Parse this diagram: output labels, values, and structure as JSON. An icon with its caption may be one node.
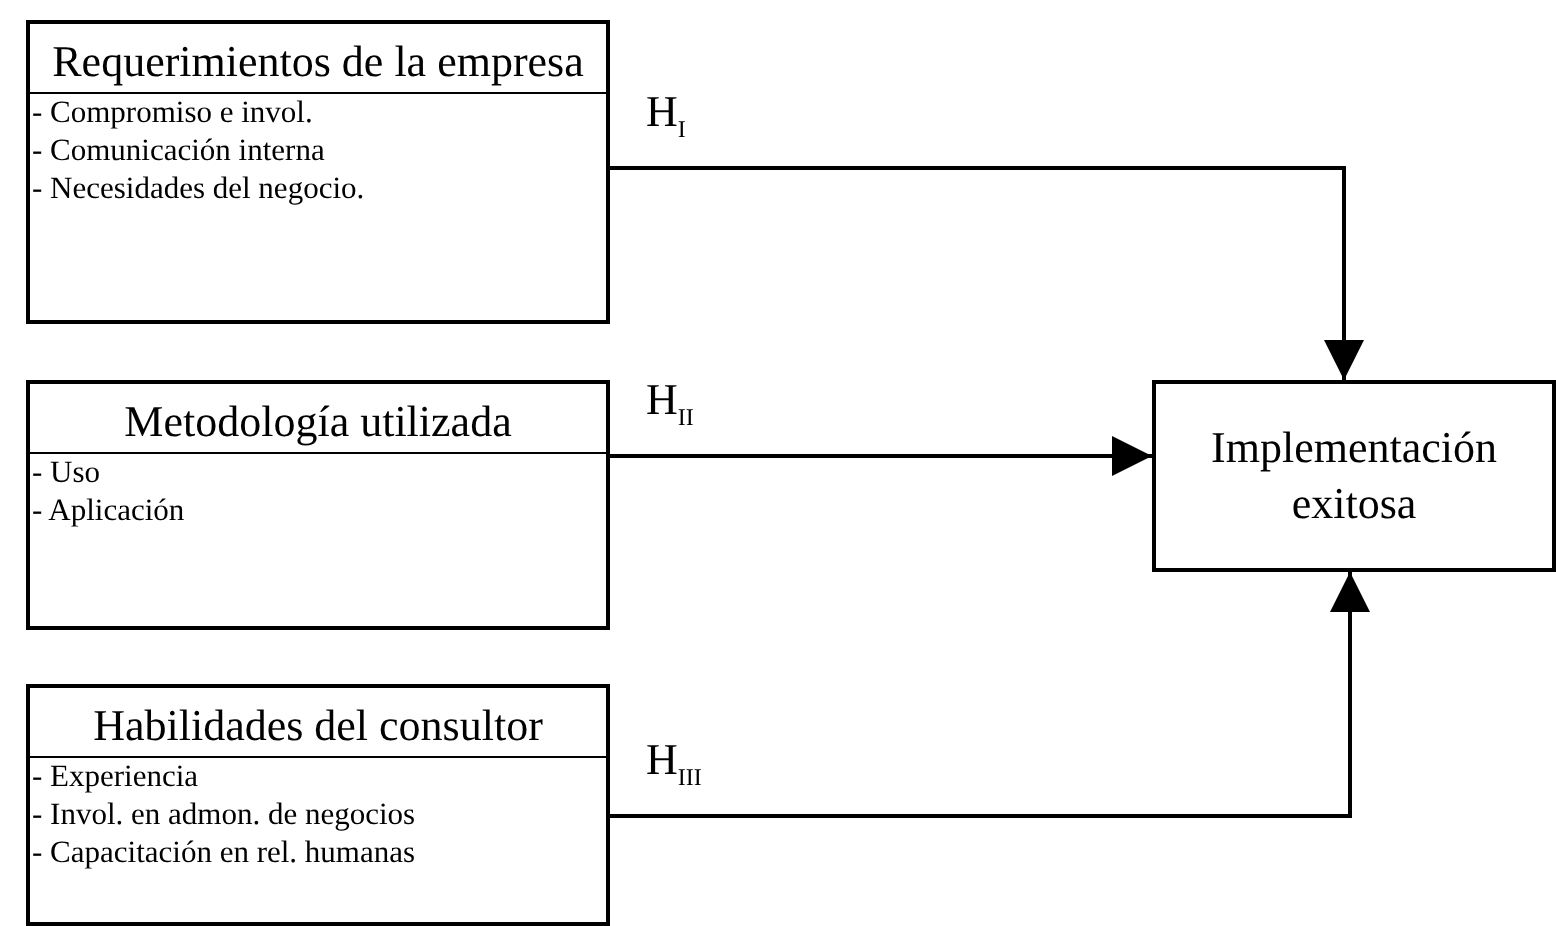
{
  "diagram": {
    "nodes": [
      {
        "text": [
          "Requerimientos de la empresa",
          "- Compromiso e invol.",
          "- Comunicación interna",
          "- Necesidades del  negocio."
        ]
      },
      {
        "text": [
          "Metodología utilizada",
          "- Uso",
          "- Aplicación"
        ]
      },
      {
        "text": [
          "Habilidades del consultor",
          "- Experiencia",
          "- Invol. en admon. de negocios",
          "- Capacitación en rel. humanas"
        ]
      },
      {
        "text": [
          "Implementación exitosa"
        ]
      }
    ],
    "edges": [
      {
        "from": 0,
        "to": 3,
        "arrow": "to",
        "label": "H$_{I}$"
      },
      {
        "from": 1,
        "to": 3,
        "arrow": "to",
        "label": "H$_{II}$"
      },
      {
        "from": 2,
        "to": 3,
        "arrow": "to",
        "label": "H$_{III}$"
      }
    ]
  }
}
